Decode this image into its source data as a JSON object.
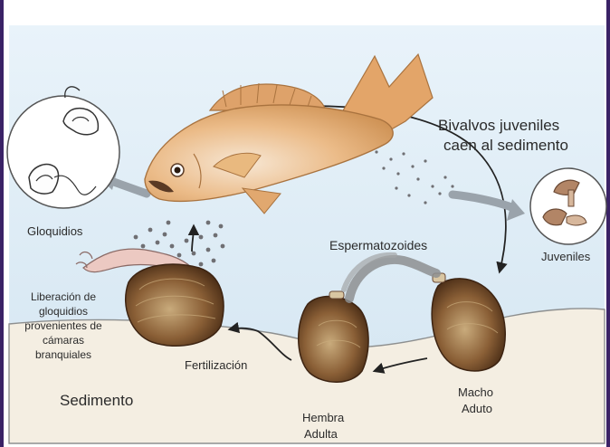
{
  "labels": {
    "bivalvos_line1": "Bivalvos juveniles",
    "bivalvos_line2": "caen al sedimento",
    "gloquidios": "Gloquidios",
    "juveniles": "Juveniles",
    "espermatozoides": "Espermatozoides",
    "liberacion_1": "Liberación de",
    "liberacion_2": "gloquidios",
    "liberacion_3": "provenientes de",
    "liberacion_4": "cámaras",
    "liberacion_5": "branquiales",
    "fertilizacion": "Fertilización",
    "sedimento": "Sedimento",
    "macho_1": "Macho",
    "macho_2": "Aduto",
    "hembra_1": "Hembra",
    "hembra_2": "Adulta"
  },
  "colors": {
    "water": "#dcebf5",
    "sediment": "#f3ecdf",
    "frame": "#3a2266",
    "fish_body": "#e7b27c",
    "fish_dark": "#b9804f",
    "shell_dark": "#5e3b20",
    "shell_light": "#d9c6a2",
    "arrow": "#222222",
    "gray_arrow": "#9aa3ab"
  }
}
